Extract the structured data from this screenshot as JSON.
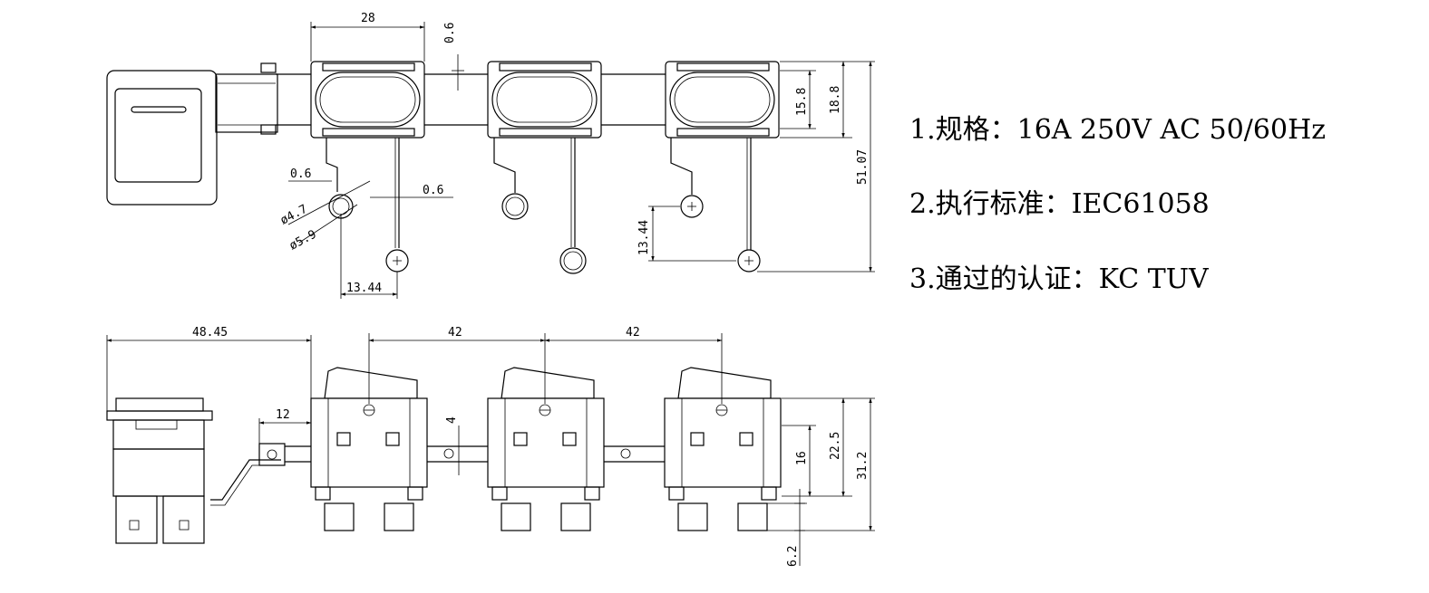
{
  "specs": {
    "line1": "1.规格：16A 250V AC 50/60Hz",
    "line2": "2.执行标准：IEC61058",
    "line3": "3.通过的认证：KC TUV"
  },
  "top_view_dims": {
    "housing_width": "28",
    "gap_top": "0.6",
    "inner_height": "15.8",
    "outer_height": "18.8",
    "total_height": "51.07",
    "wire_left": "0.6",
    "wire_right": "0.6",
    "hole_inner": "ø4.7",
    "hole_outer": "ø5.9",
    "terminal_pitch_bottom": "13.44",
    "terminal_pitch_side": "13.44"
  },
  "side_view_dims": {
    "left_offset": "48.45",
    "pitch_1": "42",
    "pitch_2": "42",
    "tab_length": "12",
    "bar_height": "4",
    "body_height": "16",
    "housing_height": "22.5",
    "total_height": "31.2",
    "terminal_height": "6.2"
  }
}
